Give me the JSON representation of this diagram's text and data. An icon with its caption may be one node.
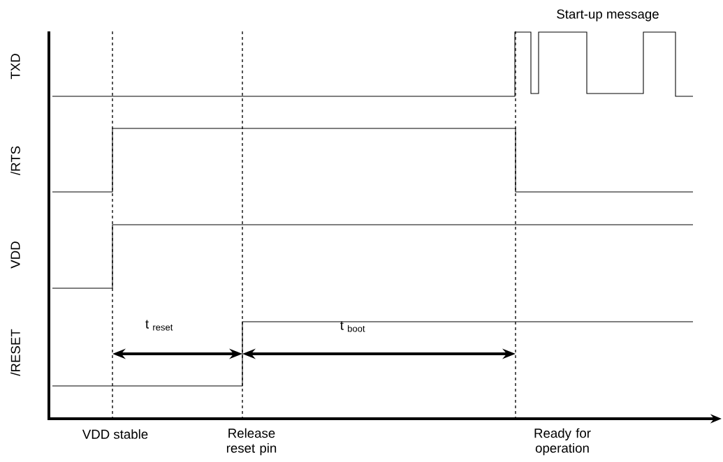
{
  "diagram": {
    "labels": [
      "TXD",
      "/RTS",
      "VDD",
      "/RESET",
      "Start-up message",
      "t $_{reset}$",
      "t $_{boot}$",
      "VDD stable",
      "Release reset pin",
      "Ready for operation"
    ]
  }
}
